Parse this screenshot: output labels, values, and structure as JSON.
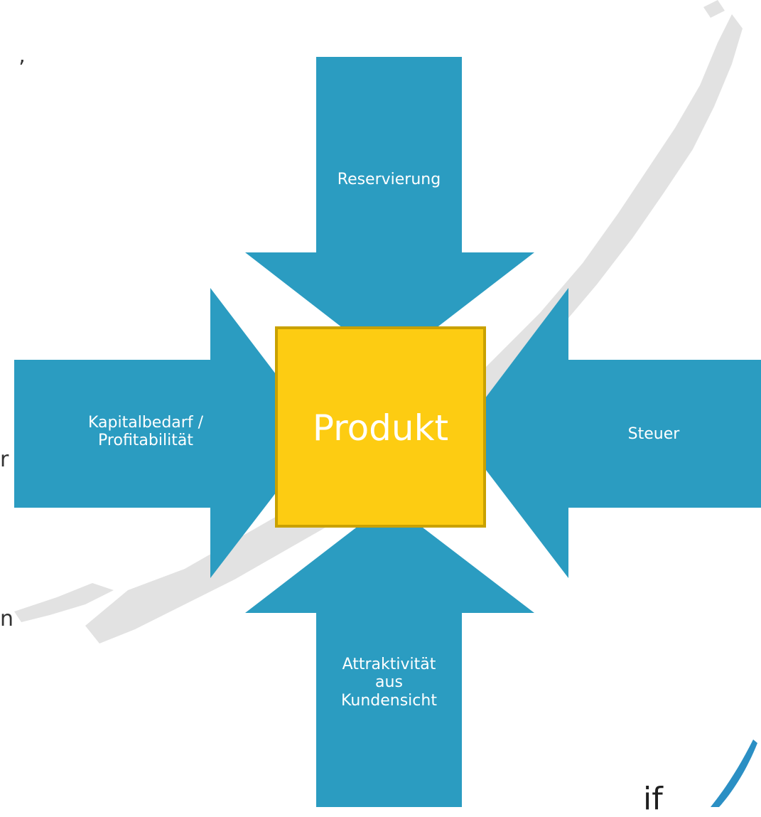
{
  "diagram": {
    "center": {
      "label": "Produkt"
    },
    "arrows": [
      {
        "id": "top",
        "label": "Reservierung"
      },
      {
        "id": "left",
        "label": "Kapitalbedarf /\nProfitabilität"
      },
      {
        "id": "right",
        "label": "Steuer"
      },
      {
        "id": "bottom",
        "label": "Attraktivität\naus\nKundensicht"
      }
    ]
  },
  "edge_fragments": {
    "top_left": "’",
    "mid_left": "r",
    "lower_left": "n"
  },
  "logo": {
    "text": "if"
  },
  "colors": {
    "arrow": "#2b9cc1",
    "center_fill": "#fdcc12",
    "center_border": "#c9a100",
    "background_texture": "#e3e3e3",
    "text_on_shapes": "#ffffff"
  }
}
